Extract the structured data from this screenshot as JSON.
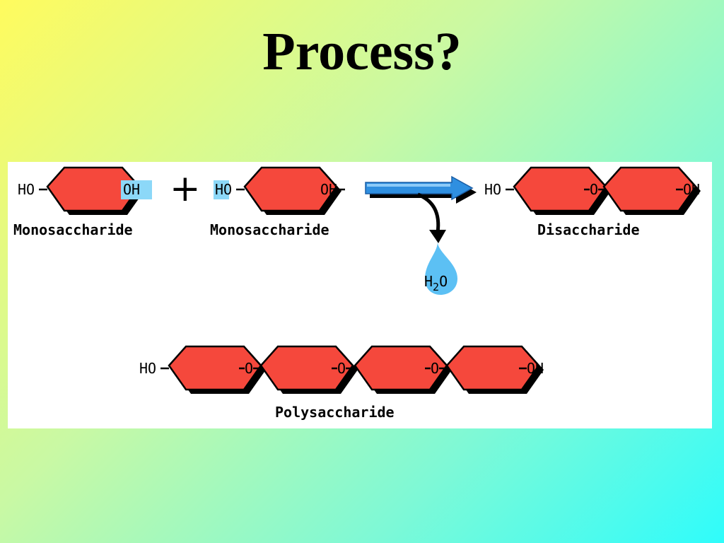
{
  "title": "Process?",
  "diagram": {
    "reactant_1": {
      "left_group": "HO",
      "right_group": "OH",
      "label": "Monosaccharide"
    },
    "plus_sign": "+",
    "reactant_2": {
      "left_group": "HO",
      "right_group": "OH",
      "label": "Monosaccharide"
    },
    "product": {
      "left_group": "HO",
      "linker": "O",
      "right_group": "OH",
      "label": "Disaccharide"
    },
    "byproduct": {
      "main": "H",
      "subscript": "2",
      "tail": "O"
    },
    "polymer": {
      "left_group": "HO",
      "linkers": [
        "O",
        "O",
        "O"
      ],
      "right_group": "OH",
      "label": "Polysaccharide"
    },
    "colors": {
      "ring_fill": "#f5483c",
      "highlight": "#8cd8f8",
      "arrow": "#2f8fe0",
      "droplet": "#5cc0f4"
    }
  }
}
